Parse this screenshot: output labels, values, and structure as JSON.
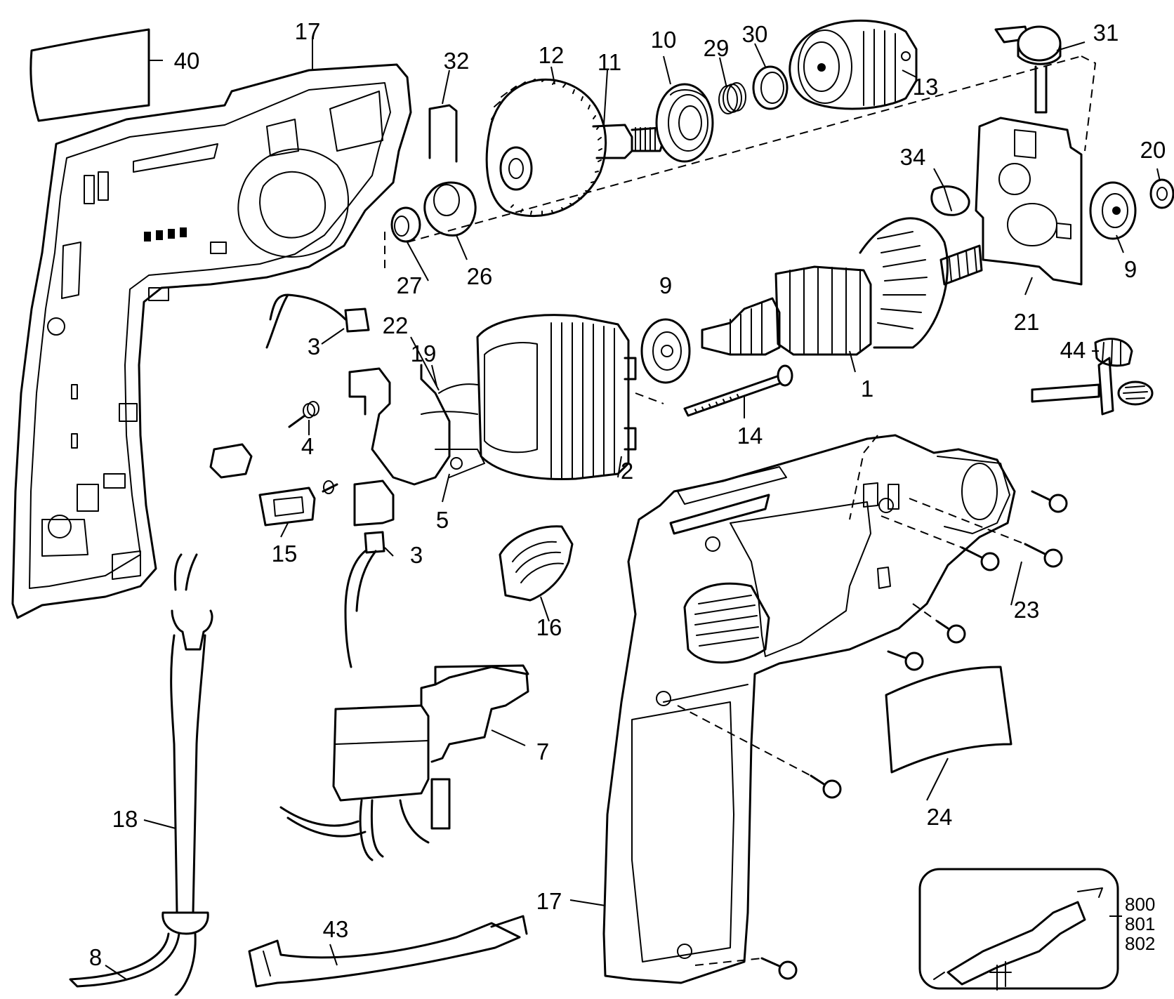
{
  "labels": {
    "p1": "1",
    "p2": "2",
    "p3a": "3",
    "p3b": "3",
    "p4": "4",
    "p5": "5",
    "p7": "7",
    "p8": "8",
    "p9a": "9",
    "p9b": "9",
    "p10": "10",
    "p11": "11",
    "p12": "12",
    "p13": "13",
    "p14": "14",
    "p15": "15",
    "p16": "16",
    "p17a": "17",
    "p17b": "17",
    "p18": "18",
    "p19": "19",
    "p20": "20",
    "p21": "21",
    "p22": "22",
    "p23": "23",
    "p24": "24",
    "p26": "26",
    "p27": "27",
    "p29": "29",
    "p30": "30",
    "p31": "31",
    "p32": "32",
    "p34": "34",
    "p40": "40",
    "p43": "43",
    "p44": "44",
    "p800": "800",
    "p801": "801",
    "p802": "802"
  }
}
